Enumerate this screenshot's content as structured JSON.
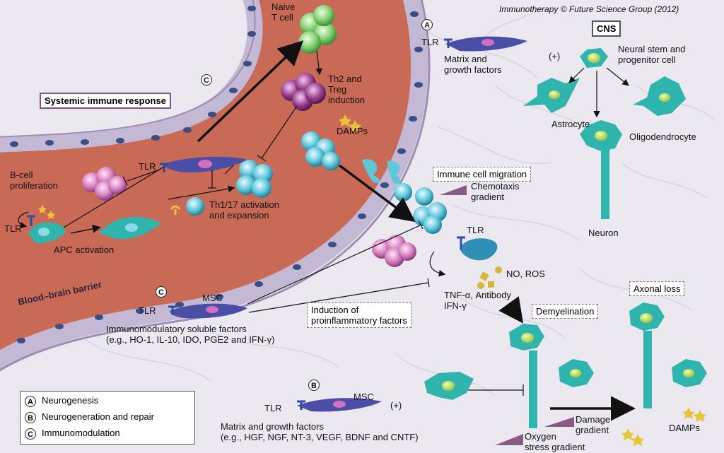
{
  "copyright": "Immunotherapy © Future Science Group (2012)",
  "boxes": {
    "systemic": "Systemic immune response",
    "cns": "CNS",
    "migration": "Immune cell migration",
    "proinflammatory": "Induction of\nproinflammatory factors",
    "demyelination": "Demyelination",
    "axonal": "Axonal loss"
  },
  "labels": {
    "naive_t": "Naive\nT cell",
    "th2_treg": "Th2 and\nTreg\ninduction",
    "damps_vessel": "DAMPs",
    "tlr": "TLR",
    "b_cell": "B-cell\nproliferation",
    "th17": "Th1/17 activation\nand expansion",
    "apc": "APC activation",
    "bbb": "Blood–brain barrier",
    "msc": "MSC",
    "immunomod_factors": "Immunomodulatory soluble factors\n(e.g., HO-1, IL-10, IDO, PGE2 and IFN-γ)",
    "matrix_growth_a": "Matrix and\ngrowth factors",
    "plus": "(+)",
    "nspc": "Neural stem and\nprogenitor cell",
    "astrocyte": "Astrocyte",
    "oligodendrocyte": "Oligodendrocyte",
    "neuron": "Neuron",
    "chemotaxis": "Chemotaxis\ngradient",
    "no_ros": "NO, ROS",
    "tnf": "TNF-α, Antibody\nIFN-γ",
    "matrix_growth_b": "Matrix and growth factors\n(e.g., HGF, NGF, NT-3, VEGF, BDNF and CNTF)",
    "damage": "Damage\ngradient",
    "damps_cns": "DAMPs",
    "oxygen": "Oxygen\nstress gradient"
  },
  "markers": {
    "a": "A",
    "b": "B",
    "c": "C"
  },
  "legend": [
    {
      "marker": "A",
      "text": "Neurogenesis"
    },
    {
      "marker": "B",
      "text": "Neurogeneration and repair"
    },
    {
      "marker": "C",
      "text": "Immunomodulation"
    }
  ],
  "colors": {
    "vessel_lumen": "#c86a55",
    "vessel_wall": "#c4b9d4",
    "endothelial_nucleus": "#3a4f86",
    "neural_cell": "#2fb5ae",
    "th_cell": "#5fc7da",
    "b_cell": "#d77fbf",
    "treg_cell": "#9a3f8e",
    "naive_cell": "#7fcf6f",
    "msc": "#4a4ea6",
    "damps": "#e8c43a"
  }
}
